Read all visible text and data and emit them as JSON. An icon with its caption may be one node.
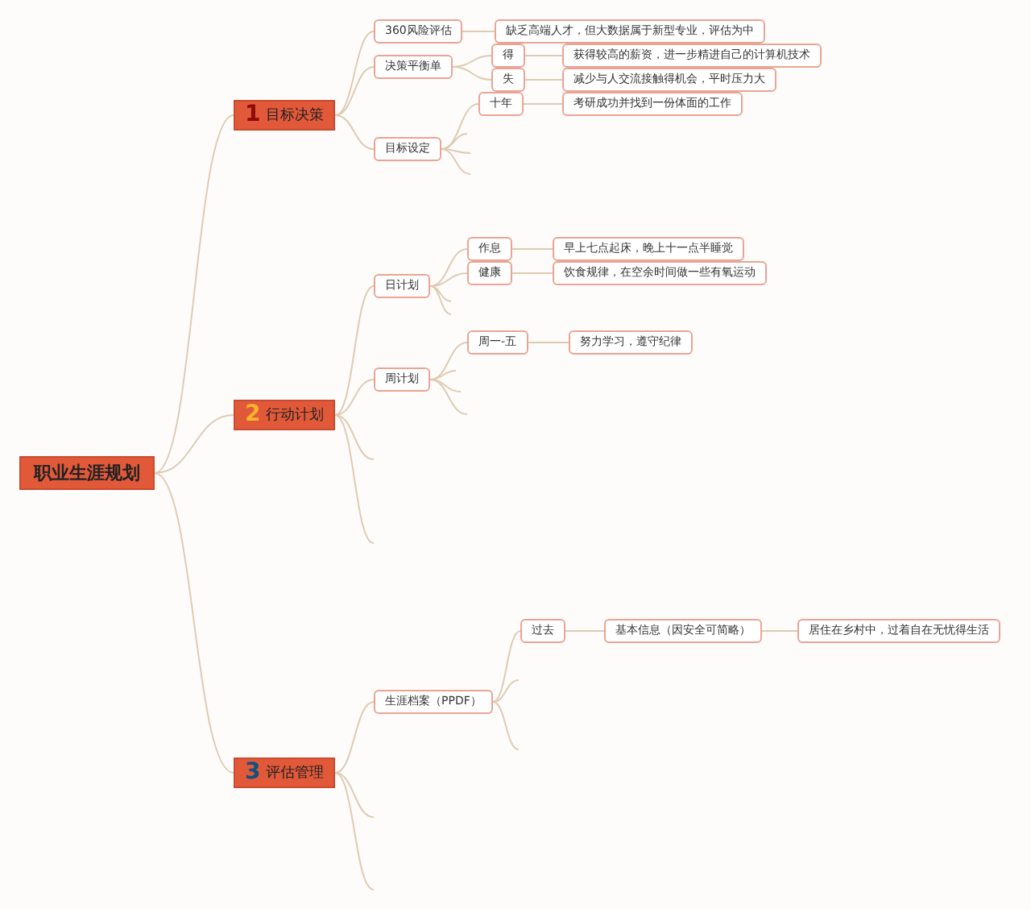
{
  "diagram": {
    "nodes": [
      {
        "text": [
          "职业生涯规划"
        ]
      },
      {
        "text": [
          "1",
          "目标决策"
        ]
      },
      {
        "text": [
          "360风险评估"
        ]
      },
      {
        "text": [
          "缺乏高端人才，但大数据属于新型专业，评估为中"
        ]
      },
      {
        "text": [
          "决策平衡单"
        ]
      },
      {
        "text": [
          "得"
        ]
      },
      {
        "text": [
          "获得较高的薪资，进一步精进自己的计算机技术"
        ]
      },
      {
        "text": [
          "失"
        ]
      },
      {
        "text": [
          "减少与人交流接触得机会，平时压力大"
        ]
      },
      {
        "text": [
          "目标设定"
        ]
      },
      {
        "text": [
          "十年"
        ]
      },
      {
        "text": [
          "考研成功并找到一份体面的工作"
        ]
      },
      {
        "text": [
          "2",
          "行动计划"
        ]
      },
      {
        "text": [
          "日计划"
        ]
      },
      {
        "text": [
          "作息"
        ]
      },
      {
        "text": [
          "早上七点起床，晚上十一点半睡觉"
        ]
      },
      {
        "text": [
          "健康"
        ]
      },
      {
        "text": [
          "饮食规律，在空余时间做一些有氧运动"
        ]
      },
      {
        "text": [
          "周计划"
        ]
      },
      {
        "text": [
          "周一-五"
        ]
      },
      {
        "text": [
          "努力学习，遵守纪律"
        ]
      },
      {
        "text": [
          "3",
          "评估管理"
        ]
      },
      {
        "text": [
          "生涯档案（PPDF）"
        ]
      },
      {
        "text": [
          "过去"
        ]
      },
      {
        "text": [
          "基本信息（因安全可简略）"
        ]
      },
      {
        "text": [
          "居住在乡村中，过着自在无忧得生活"
        ]
      }
    ],
    "edges": [
      {
        "from": 0,
        "to": 1,
        "arrow": "none"
      },
      {
        "from": 0,
        "to": 12,
        "arrow": "none"
      },
      {
        "from": 0,
        "to": 21,
        "arrow": "none"
      },
      {
        "from": 1,
        "to": 2,
        "arrow": "none"
      },
      {
        "from": 2,
        "to": 3,
        "arrow": "none"
      },
      {
        "from": 1,
        "to": 4,
        "arrow": "none"
      },
      {
        "from": 4,
        "to": 5,
        "arrow": "none"
      },
      {
        "from": 5,
        "to": 6,
        "arrow": "none"
      },
      {
        "from": 4,
        "to": 7,
        "arrow": "none"
      },
      {
        "from": 7,
        "to": 8,
        "arrow": "none"
      },
      {
        "from": 1,
        "to": 9,
        "arrow": "none"
      },
      {
        "from": 9,
        "to": 10,
        "arrow": "none"
      },
      {
        "from": 10,
        "to": 11,
        "arrow": "none"
      },
      {
        "from": 9,
        "to": null,
        "arrow": "none"
      },
      {
        "from": 9,
        "to": null,
        "arrow": "none"
      },
      {
        "from": 9,
        "to": null,
        "arrow": "none"
      },
      {
        "from": 12,
        "to": 13,
        "arrow": "none"
      },
      {
        "from": 13,
        "to": 14,
        "arrow": "none"
      },
      {
        "from": 14,
        "to": 15,
        "arrow": "none"
      },
      {
        "from": 13,
        "to": 16,
        "arrow": "none"
      },
      {
        "from": 16,
        "to": 17,
        "arrow": "none"
      },
      {
        "from": 13,
        "to": null,
        "arrow": "none"
      },
      {
        "from": 13,
        "to": null,
        "arrow": "none"
      },
      {
        "from": 12,
        "to": 18,
        "arrow": "none"
      },
      {
        "from": 18,
        "to": 19,
        "arrow": "none"
      },
      {
        "from": 19,
        "to": 20,
        "arrow": "none"
      },
      {
        "from": 18,
        "to": null,
        "arrow": "none"
      },
      {
        "from": 18,
        "to": null,
        "arrow": "none"
      },
      {
        "from": 18,
        "to": null,
        "arrow": "none"
      },
      {
        "from": 12,
        "to": null,
        "arrow": "none"
      },
      {
        "from": 12,
        "to": null,
        "arrow": "none"
      },
      {
        "from": 21,
        "to": 22,
        "arrow": "none"
      },
      {
        "from": 22,
        "to": 23,
        "arrow": "none"
      },
      {
        "from": 23,
        "to": 24,
        "arrow": "none"
      },
      {
        "from": 24,
        "to": 25,
        "arrow": "none"
      },
      {
        "from": 22,
        "to": null,
        "arrow": "none"
      },
      {
        "from": 22,
        "to": null,
        "arrow": "none"
      },
      {
        "from": 21,
        "to": null,
        "arrow": "none"
      },
      {
        "from": 21,
        "to": null,
        "arrow": "none"
      }
    ]
  }
}
